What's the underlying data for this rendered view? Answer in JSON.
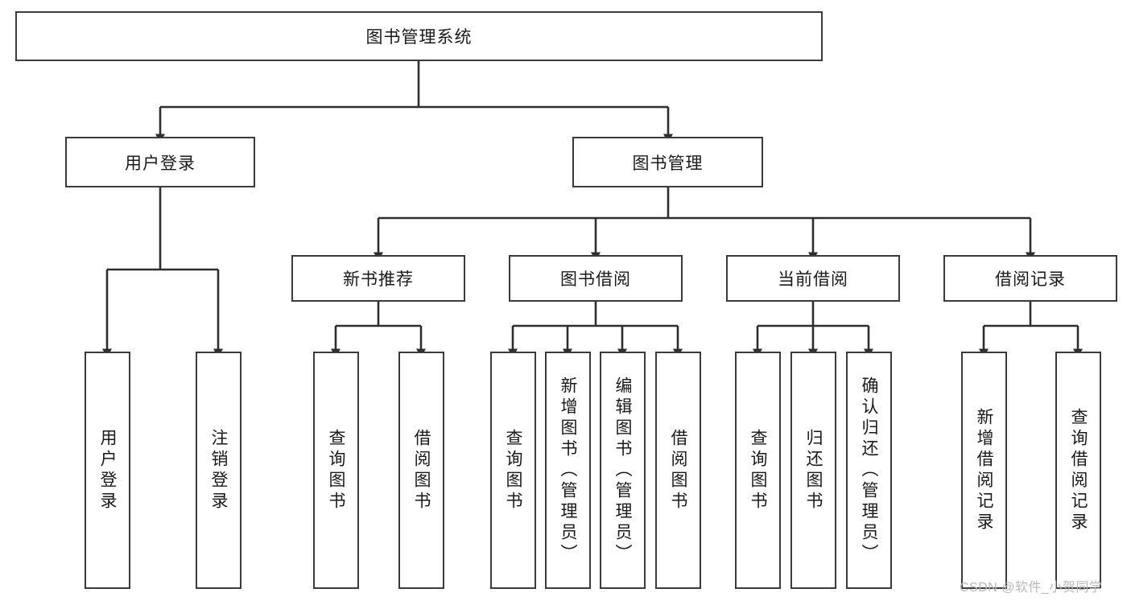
{
  "diagram": {
    "type": "tree-hierarchy",
    "title": "图书管理系统",
    "watermark": "CSDN @软件_小贺同学",
    "colors": {
      "box_border": "#3b3b3b",
      "box_fill": "#ffffff",
      "connector": "#2e2e2e",
      "text": "#1a1a1a",
      "watermark": "#b8b8b8",
      "background": "#ffffff"
    },
    "root": {
      "label": "图书管理系统"
    },
    "level2": [
      {
        "label": "用户登录"
      },
      {
        "label": "图书管理"
      }
    ],
    "level3": [
      {
        "label": "新书推荐"
      },
      {
        "label": "图书借阅"
      },
      {
        "label": "当前借阅"
      },
      {
        "label": "借阅记录"
      }
    ],
    "leaves": {
      "user_login": [
        {
          "label": "用户登录"
        },
        {
          "label": "注销登录"
        }
      ],
      "new_book_recommend": [
        {
          "label": "查询图书"
        },
        {
          "label": "借阅图书"
        }
      ],
      "book_borrow": [
        {
          "label": "查询图书"
        },
        {
          "label": "新增图书（管理员）"
        },
        {
          "label": "编辑图书（管理员）"
        },
        {
          "label": "借阅图书"
        }
      ],
      "current_borrow": [
        {
          "label": "查询图书"
        },
        {
          "label": "归还图书"
        },
        {
          "label": "确认归还（管理员）"
        }
      ],
      "borrow_record": [
        {
          "label": "新增借阅记录"
        },
        {
          "label": "查询借阅记录"
        }
      ]
    }
  }
}
